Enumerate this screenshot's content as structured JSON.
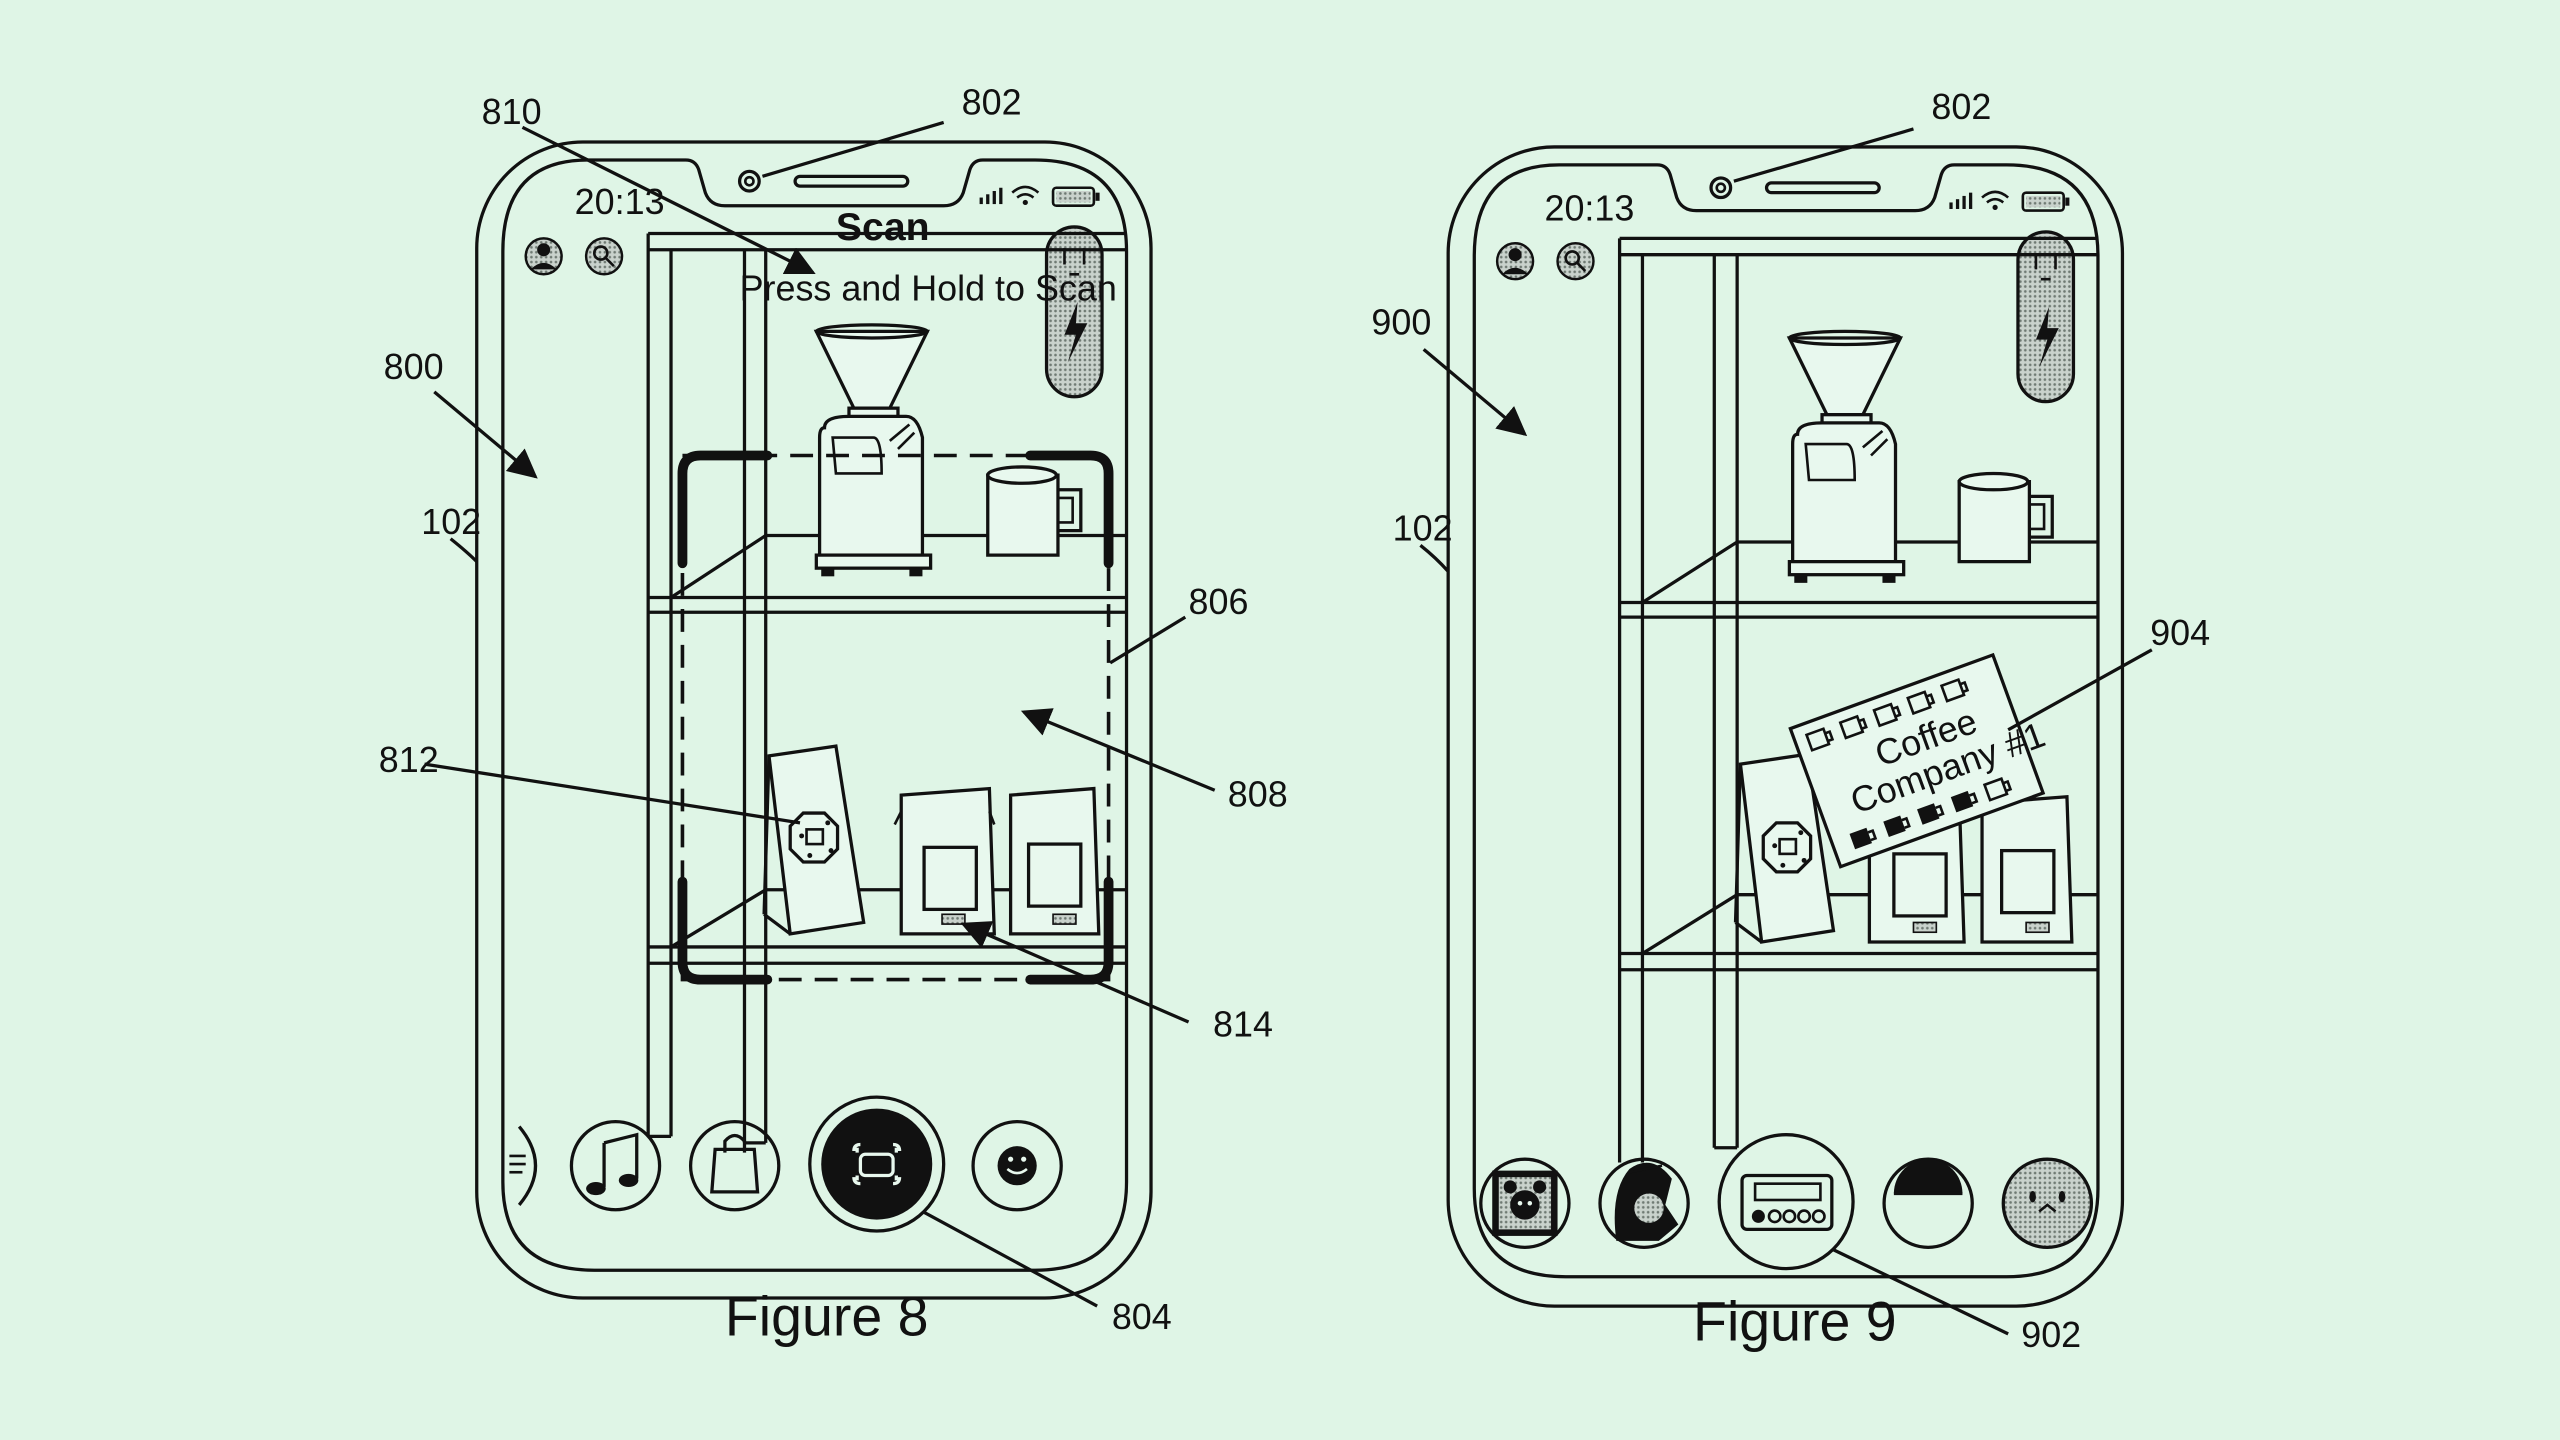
{
  "figures": [
    {
      "caption": "Figure 8",
      "refs": {
        "device": "802",
        "screen": "800",
        "phone": "102",
        "scan_prompt": "810",
        "bracket": "806",
        "region": "808",
        "code": "812",
        "barcode": "814",
        "shutter": "804"
      },
      "status_time": "20:13",
      "mode_title": "Scan",
      "prompt": "Press and Hold to Scan"
    },
    {
      "caption": "Figure 9",
      "refs": {
        "device": "802",
        "screen": "900",
        "phone": "102",
        "card": "904",
        "carousel_item": "902"
      },
      "status_time": "20:13",
      "card_line1": "Coffee",
      "card_line2": "Company #1"
    }
  ],
  "icons": {
    "fig8": [
      "avatar-icon",
      "search-icon",
      "flash-icon",
      "menu-icon",
      "music-icon",
      "shopping-bag-icon",
      "scan-shutter-icon",
      "smiley-icon"
    ],
    "fig9": [
      "avatar-icon",
      "search-icon",
      "flash-icon",
      "bear-lens-icon",
      "character-lens-icon",
      "coffee-meter-lens-icon",
      "half-circle-lens-icon",
      "happy-face-lens-icon"
    ]
  },
  "colors": {
    "background": "#dff5e6",
    "ink": "#111111",
    "fill_gray": "#9aa59e"
  }
}
